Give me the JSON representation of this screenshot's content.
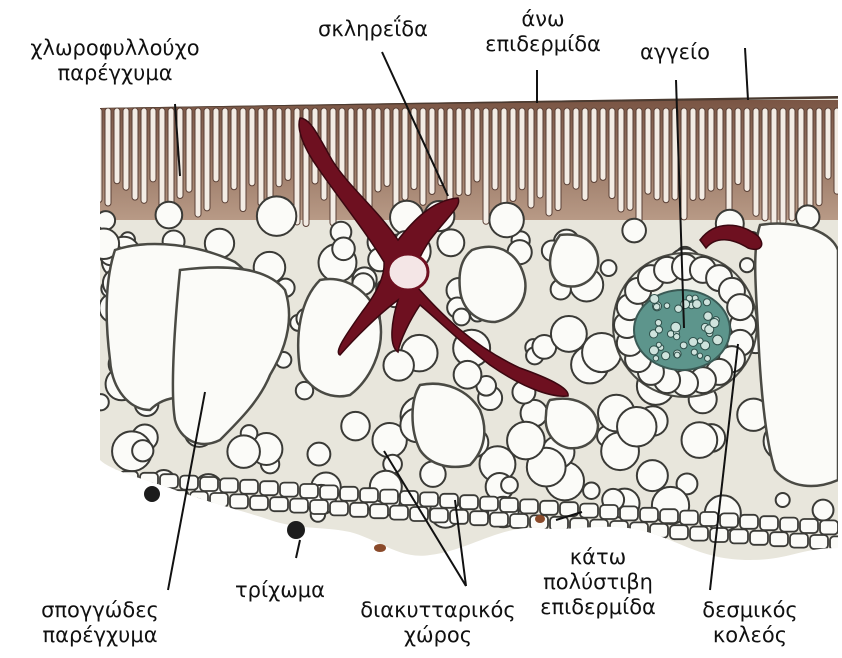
{
  "labels": {
    "chlorenchyma": {
      "line1": "χλωροφυλλούχο",
      "line2": "παρέγχυμα"
    },
    "sclereid": {
      "line1": "σκληρεΐδα"
    },
    "upper_epidermis": {
      "line1": "άνω",
      "line2": "επιδερμίδα"
    },
    "vessel": {
      "line1": "αγγείο"
    },
    "spongy_parenchyma": {
      "line1": "σπογγώδες",
      "line2": "παρέγχυμα"
    },
    "trichome": {
      "line1": "τρίχωμα"
    },
    "intercellular_space": {
      "line1": "διακυτταρικός",
      "line2": "χώρος"
    },
    "lower_epidermis": {
      "line1": "κάτω",
      "line2": "πολύστιβη",
      "line3": "επιδερμίδα"
    },
    "bundle_sheath": {
      "line1": "δεσμικός",
      "line2": "κολεός"
    }
  },
  "colors": {
    "sclereid": "#6e1020",
    "palisade": "#8a6a58",
    "cell_wall": "#3a3a36",
    "vascular": "#4f8f88",
    "cell_fill": "#fbfbf8"
  }
}
